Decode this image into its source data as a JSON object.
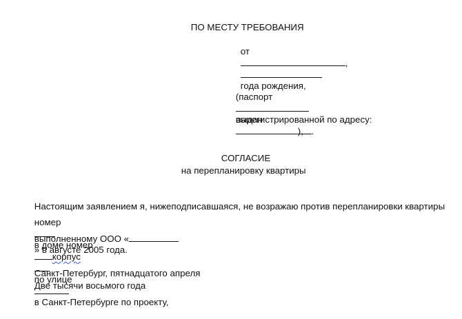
{
  "header": {
    "recipient": "ПО МЕСТУ ТРЕБОВАНИЯ",
    "from_prefix": "от",
    "from_suffix": ",",
    "birth_year_suffix": "года рождения,",
    "passport_open": "(паспорт",
    "issued_by": "выдан",
    "passport_close": "),",
    "registered_at": "зарегистрированной по адресу:",
    "registered_end": "."
  },
  "title": {
    "main": "СОГЛАСИЕ",
    "subtitle": "на перепланировку квартиры"
  },
  "body": {
    "line1": "Настоящим заявлением я, нижеподписавшаяся, не возражаю против перепланировки квартиры",
    "line2_a": "номер",
    "line2_b": "в доме номер",
    "line2_korpus": "корпус",
    "line2_c": "по улице",
    "line2_d": "в Санкт-Петербурге по проекту,",
    "line3_a": "выполненному ООО «",
    "line3_b": "» в августе 2005 года."
  },
  "signature": {
    "place_date": "Санкт-Петербург, пятнадцатого апреля",
    "year": "Две тысячи восьмого года"
  }
}
